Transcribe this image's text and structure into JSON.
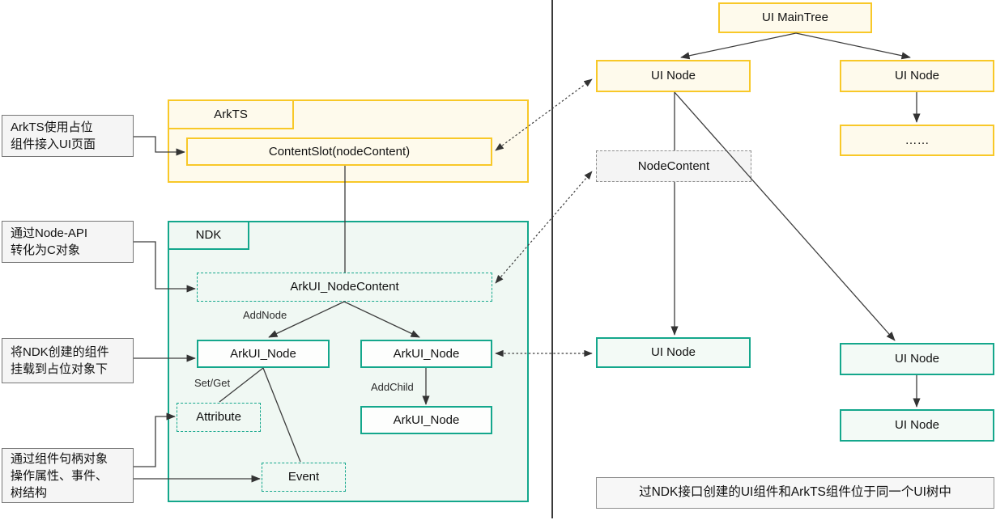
{
  "colors": {
    "yellow": "#F8C828",
    "yellow_fill": "#FEFAEC",
    "teal": "#14A78C",
    "teal_fill": "#F0F8F3",
    "mint_fill": "#F3FAF6",
    "gray_border": "#767676",
    "gray_fill": "#F5F5F5",
    "line": "#3D3D3D"
  },
  "left": {
    "annotations": [
      {
        "lines": [
          "ArkTS使用占位",
          "组件接入UI页面"
        ]
      },
      {
        "lines": [
          "通过Node-API",
          "转化为C对象"
        ]
      },
      {
        "lines": [
          "将NDK创建的组件",
          "挂载到占位对象下"
        ]
      },
      {
        "lines": [
          "通过组件句柄对象",
          "操作属性、事件、",
          "树结构"
        ]
      }
    ],
    "arkts": {
      "tab": "ArkTS",
      "content_slot": "ContentSlot(nodeContent)"
    },
    "ndk": {
      "tab": "NDK",
      "node_content": "ArkUI_NodeContent",
      "node_left": "ArkUI_Node",
      "node_right": "ArkUI_Node",
      "node_child": "ArkUI_Node",
      "attribute": "Attribute",
      "event": "Event",
      "edge_add_node": "AddNode",
      "edge_set_get": "Set/Get",
      "edge_add_child": "AddChild"
    }
  },
  "right": {
    "main_tree": "UI MainTree",
    "ui_node_left": "UI Node",
    "ui_node_right": "UI Node",
    "ellipsis": "……",
    "node_content": "NodeContent",
    "green_node_left": "UI Node",
    "green_node_right_1": "UI Node",
    "green_node_right_2": "UI Node",
    "caption": "过NDK接口创建的UI组件和ArkTS组件位于同一个UI树中"
  }
}
